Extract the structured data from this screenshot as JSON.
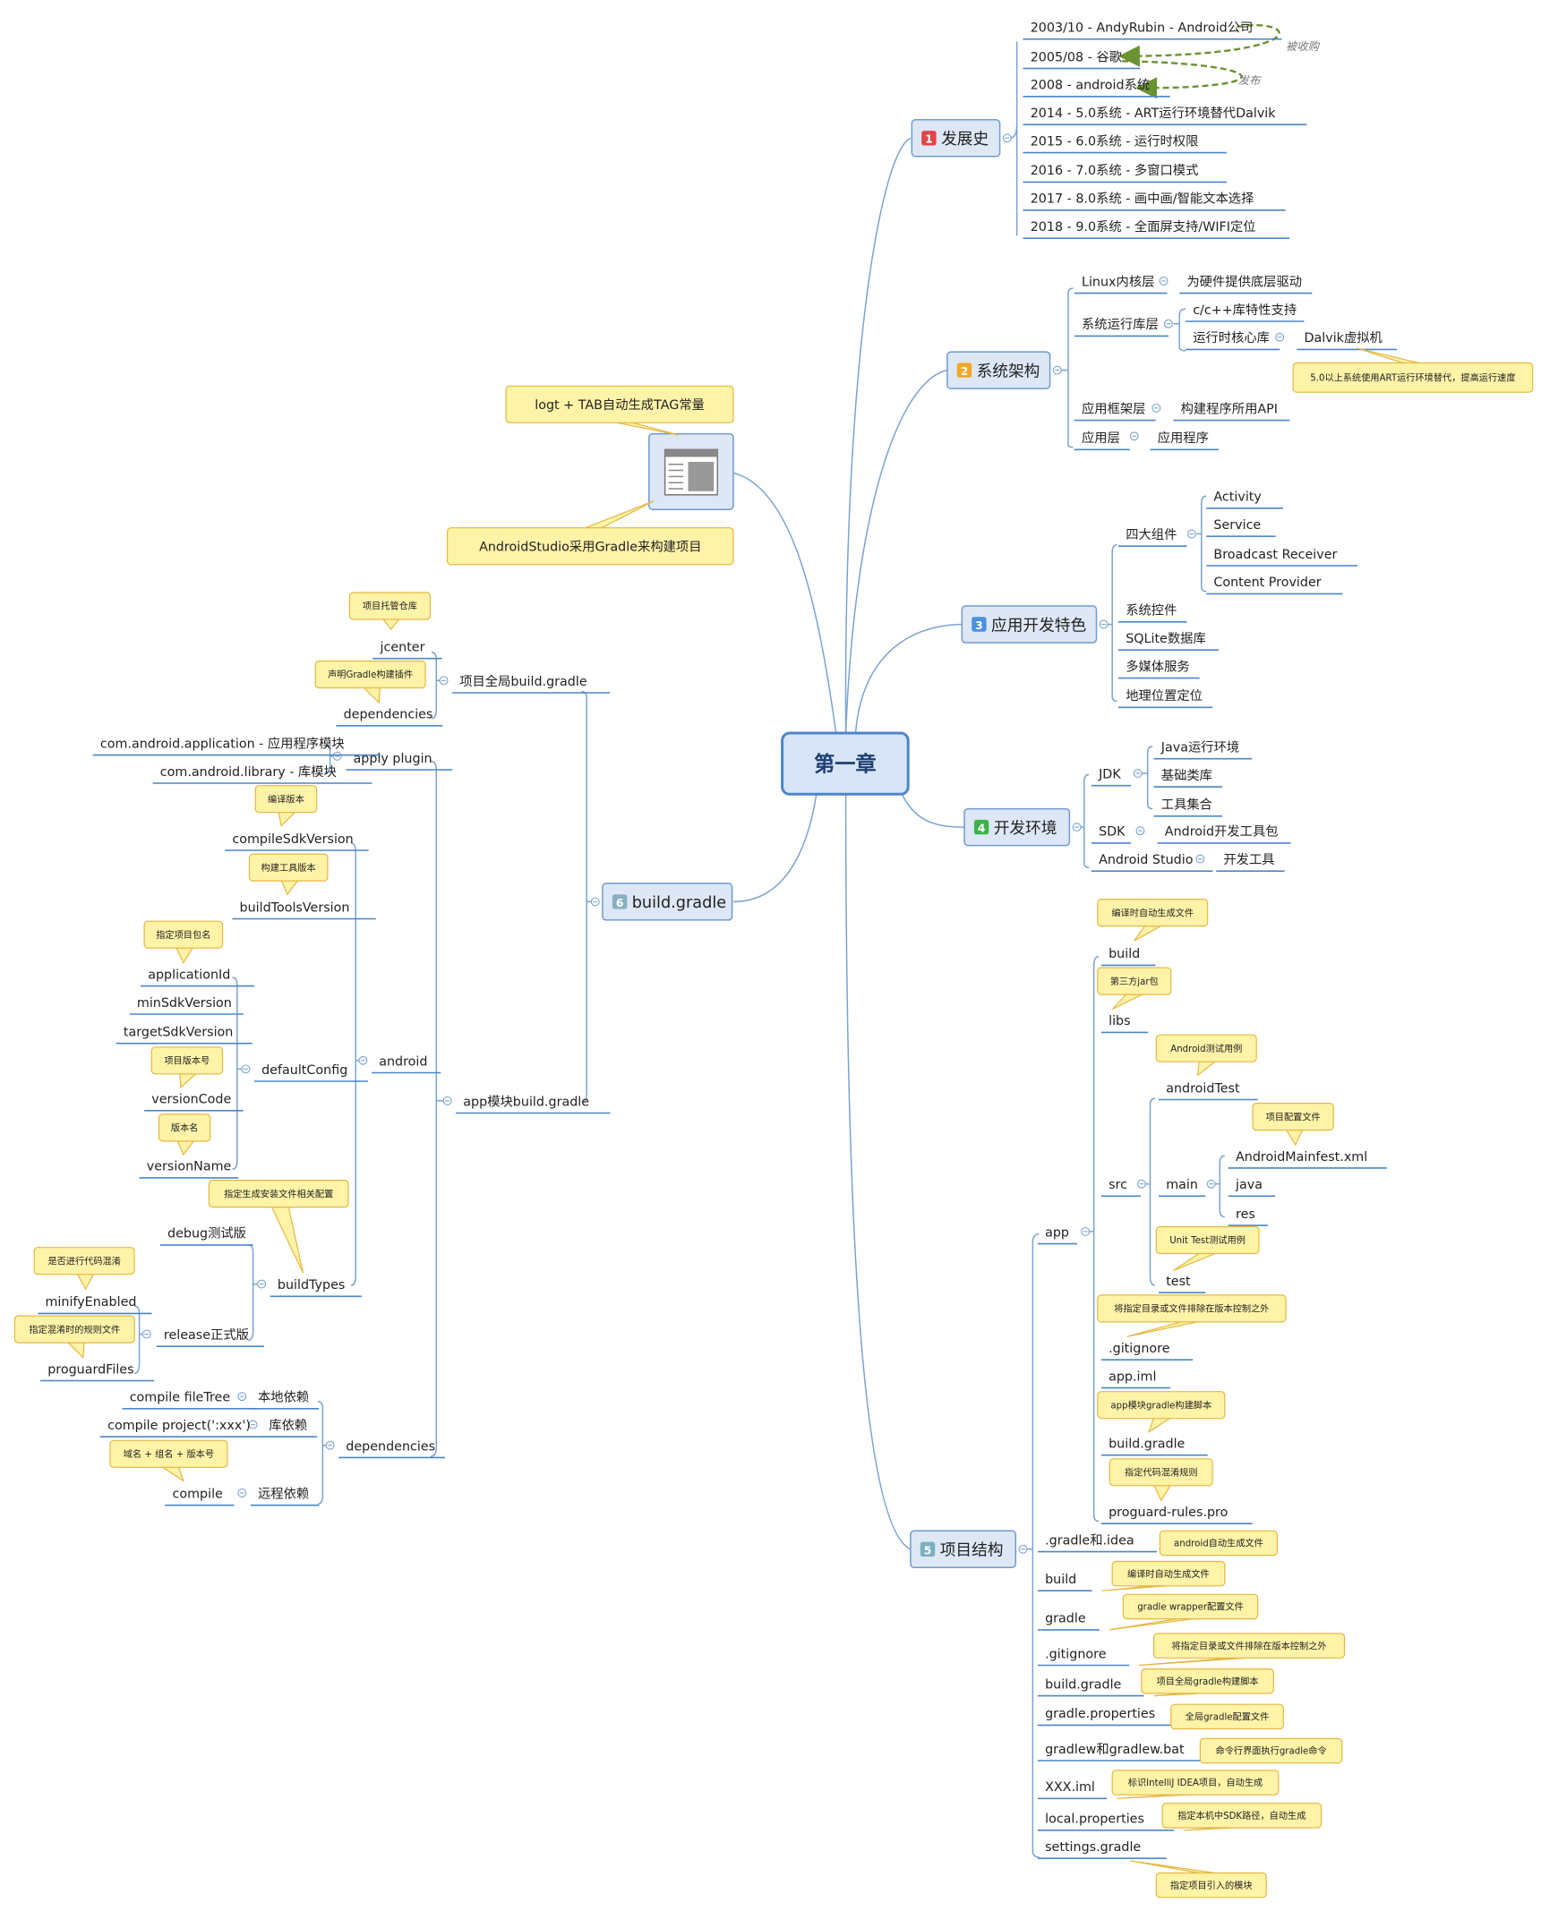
{
  "central": "第一章",
  "branches": {
    "history": {
      "badge": "1",
      "label": "发展史",
      "items": [
        "2003/10 - AndyRubin - Android公司",
        "2005/08 - 谷歌",
        "2008 - android系统",
        "2014 - 5.0系统 - ART运行环境替代Dalvik",
        "2015 - 6.0系统 - 运行时权限",
        "2016 - 7.0系统 - 多窗口模式",
        "2017 - 8.0系统 - 画中画/智能文本选择",
        "2018 - 9.0系统 - 全面屏支持/WIFI定位"
      ],
      "relations": [
        "被收购",
        "发布"
      ]
    },
    "architecture": {
      "badge": "2",
      "label": "系统架构",
      "linux": "Linux内核层",
      "linux_child": "为硬件提供底层驱动",
      "runtime": "系统运行库层",
      "cpp": "c/c++库特性支持",
      "core": "运行时核心库",
      "dalvik": "Dalvik虚拟机",
      "dalvik_note": "5.0以上系统使用ART运行环境替代，提高运行速度",
      "framework": "应用框架层",
      "framework_child": "构建程序所用API",
      "app_layer": "应用层",
      "app_layer_child": "应用程序"
    },
    "features": {
      "badge": "3",
      "label": "应用开发特色",
      "four": "四大组件",
      "components": [
        "Activity",
        "Service",
        "Broadcast Receiver",
        "Content Provider"
      ],
      "others": [
        "系统控件",
        "SQLite数据库",
        "多媒体服务",
        "地理位置定位"
      ]
    },
    "environment": {
      "badge": "4",
      "label": "开发环境",
      "jdk": "JDK",
      "jdk_children": [
        "Java运行环境",
        "基础类库",
        "工具集合"
      ],
      "sdk": "SDK",
      "sdk_child": "Android开发工具包",
      "studio": "Android Studio",
      "studio_child": "开发工具"
    },
    "structure": {
      "badge": "5",
      "label": "项目结构",
      "app": "app",
      "app_items": {
        "build": "build",
        "build_note": "编译时自动生成文件",
        "libs": "libs",
        "libs_note": "第三方jar包",
        "src": "src",
        "androidTest": "androidTest",
        "androidTest_note": "Android测试用例",
        "main": "main",
        "manifest": "AndroidMainfest.xml",
        "manifest_note": "项目配置文件",
        "java": "java",
        "res": "res",
        "test": "test",
        "test_note": "Unit Test测试用例",
        "gitignore": ".gitignore",
        "gitignore_note": "将指定目录或文件排除在版本控制之外",
        "iml": "app.iml",
        "gradle": "build.gradle",
        "gradle_note": "app模块gradle构建脚本",
        "proguard": "proguard-rules.pro",
        "proguard_note": "指定代码混淆规则"
      },
      "root_items": [
        {
          "name": ".gradle和.idea",
          "note": "android自动生成文件"
        },
        {
          "name": "build",
          "note": "编译时自动生成文件"
        },
        {
          "name": "gradle",
          "note": "gradle wrapper配置文件"
        },
        {
          "name": ".gitignore",
          "note": "将指定目录或文件排除在版本控制之外"
        },
        {
          "name": "build.gradle",
          "note": "项目全局gradle构建脚本"
        },
        {
          "name": "gradle.properties",
          "note": "全局gradle配置文件"
        },
        {
          "name": "gradlew和gradlew.bat",
          "note": "命令行界面执行gradle命令"
        },
        {
          "name": "XXX.iml",
          "note": "标识IntelliJ IDEA项目，自动生成"
        },
        {
          "name": "local.properties",
          "note": "指定本机中SDK路径，自动生成"
        },
        {
          "name": "settings.gradle",
          "note": "指定项目引入的模块"
        }
      ]
    },
    "gradle": {
      "badge": "6",
      "label": "build.gradle",
      "global": "项目全局build.gradle",
      "jcenter": "jcenter",
      "jcenter_note": "项目托管仓库",
      "dependencies": "dependencies",
      "dependencies_note": "声明Gradle构建插件",
      "app_module": "app模块build.gradle",
      "apply": "apply plugin",
      "apply_app": "com.android.application - 应用程序模块",
      "apply_lib": "com.android.library - 库模块",
      "android": "android",
      "compileSdk": "compileSdkVersion",
      "compileSdk_note": "编译版本",
      "buildTools": "buildToolsVersion",
      "buildTools_note": "构建工具版本",
      "defaultConfig": "defaultConfig",
      "applicationId": "applicationId",
      "applicationId_note": "指定项目包名",
      "minSdk": "minSdkVersion",
      "targetSdk": "targetSdkVersion",
      "versionCode": "versionCode",
      "versionCode_note": "项目版本号",
      "versionName": "versionName",
      "versionName_note": "版本名",
      "buildTypes": "buildTypes",
      "buildTypes_note": "指定生成安装文件相关配置",
      "debug": "debug测试版",
      "release": "release正式版",
      "minify": "minifyEnabled",
      "minify_note": "是否进行代码混淆",
      "proguardFiles": "proguardFiles",
      "proguardFiles_note": "指定混淆时的规则文件",
      "deps": "dependencies",
      "fileTree": "compile fileTree",
      "fileTree_note": "本地依赖",
      "project": "compile project(':xxx')",
      "project_note": "库依赖",
      "compile": "compile",
      "compile_note": "远程依赖",
      "compile_callout": "域名 + 组名 + 版本号"
    },
    "floating": {
      "tip1": "logt + TAB自动生成TAG常量",
      "tip2": "AndroidStudio采用Gradle来构建项目"
    }
  },
  "colors": {
    "line": "#7aa3d0",
    "underline": "#4a86c8",
    "main_fill": "#dde7f5",
    "main_stroke": "#6f9ad1",
    "callout_fill": "#fff3a8",
    "callout_stroke": "#e5b740",
    "relation": "#6a9230",
    "badge1": "#e0454a",
    "badge2": "#f5a623",
    "badge3": "#4a90e2",
    "badge4": "#3cb34a",
    "badge5": "#7ab0c0",
    "badge6": "#8ab0c0"
  }
}
